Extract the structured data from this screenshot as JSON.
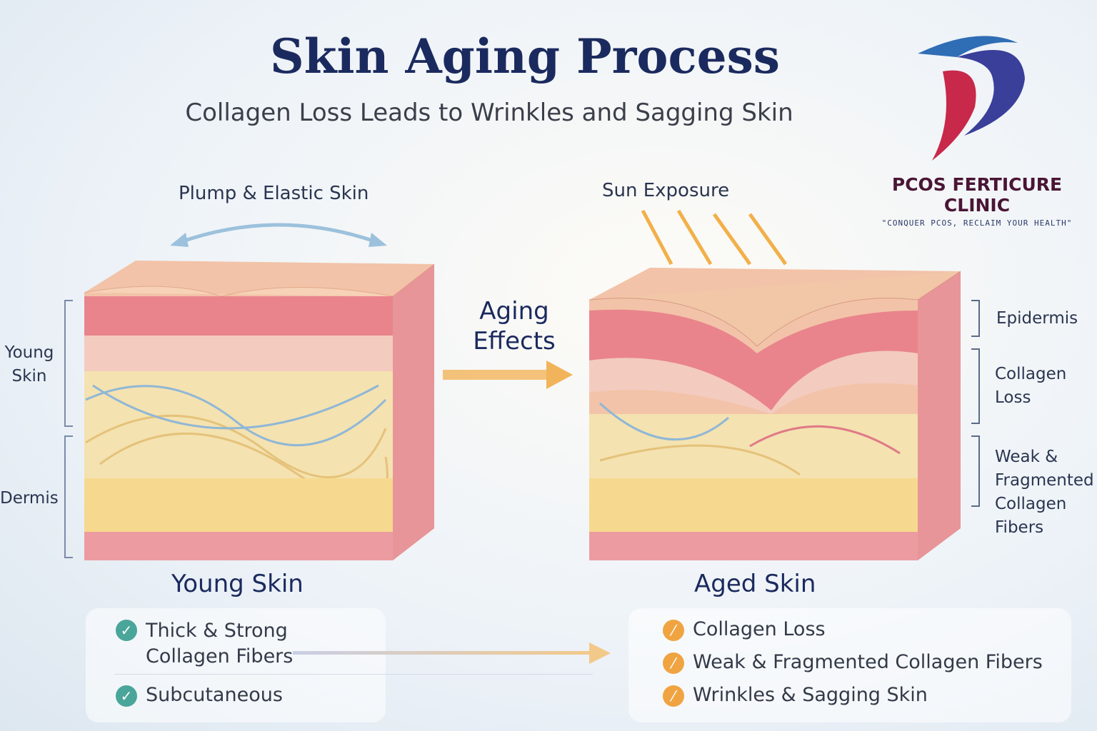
{
  "title": "Skin Aging Process",
  "subtitle": "Collagen Loss Leads to Wrinkles and Sagging Skin",
  "logo": {
    "name": "PCOS FERTICURE CLINIC",
    "tagline": "\"CONQUER PCOS, RECLAIM YOUR HEALTH\"",
    "colors": [
      "#2f6db5",
      "#c8284a",
      "#3a3f9a"
    ]
  },
  "young": {
    "top_label": "Plump & Elastic Skin",
    "left_labels": [
      "Young Skin",
      "Dermis"
    ],
    "caption": "Young Skin",
    "points": [
      "Thick & Strong Collagen Fibers",
      "Subcutaneous"
    ]
  },
  "middle": {
    "label": "Aging Effects"
  },
  "aged": {
    "top_label": "Sun Exposure",
    "right_labels": [
      "Epidermis",
      "Collagen Loss",
      "Weak & Fragmented Collagen Fibers"
    ],
    "caption": "Aged Skin",
    "points": [
      "Collagen Loss",
      "Weak & Fragmented Collagen Fibers",
      "Wrinkles & Sagging Skin"
    ]
  },
  "colors": {
    "title": "#1b2a5e",
    "check": "#4aa59a",
    "warning": "#f0a441",
    "arrow": "#f2b45a"
  }
}
